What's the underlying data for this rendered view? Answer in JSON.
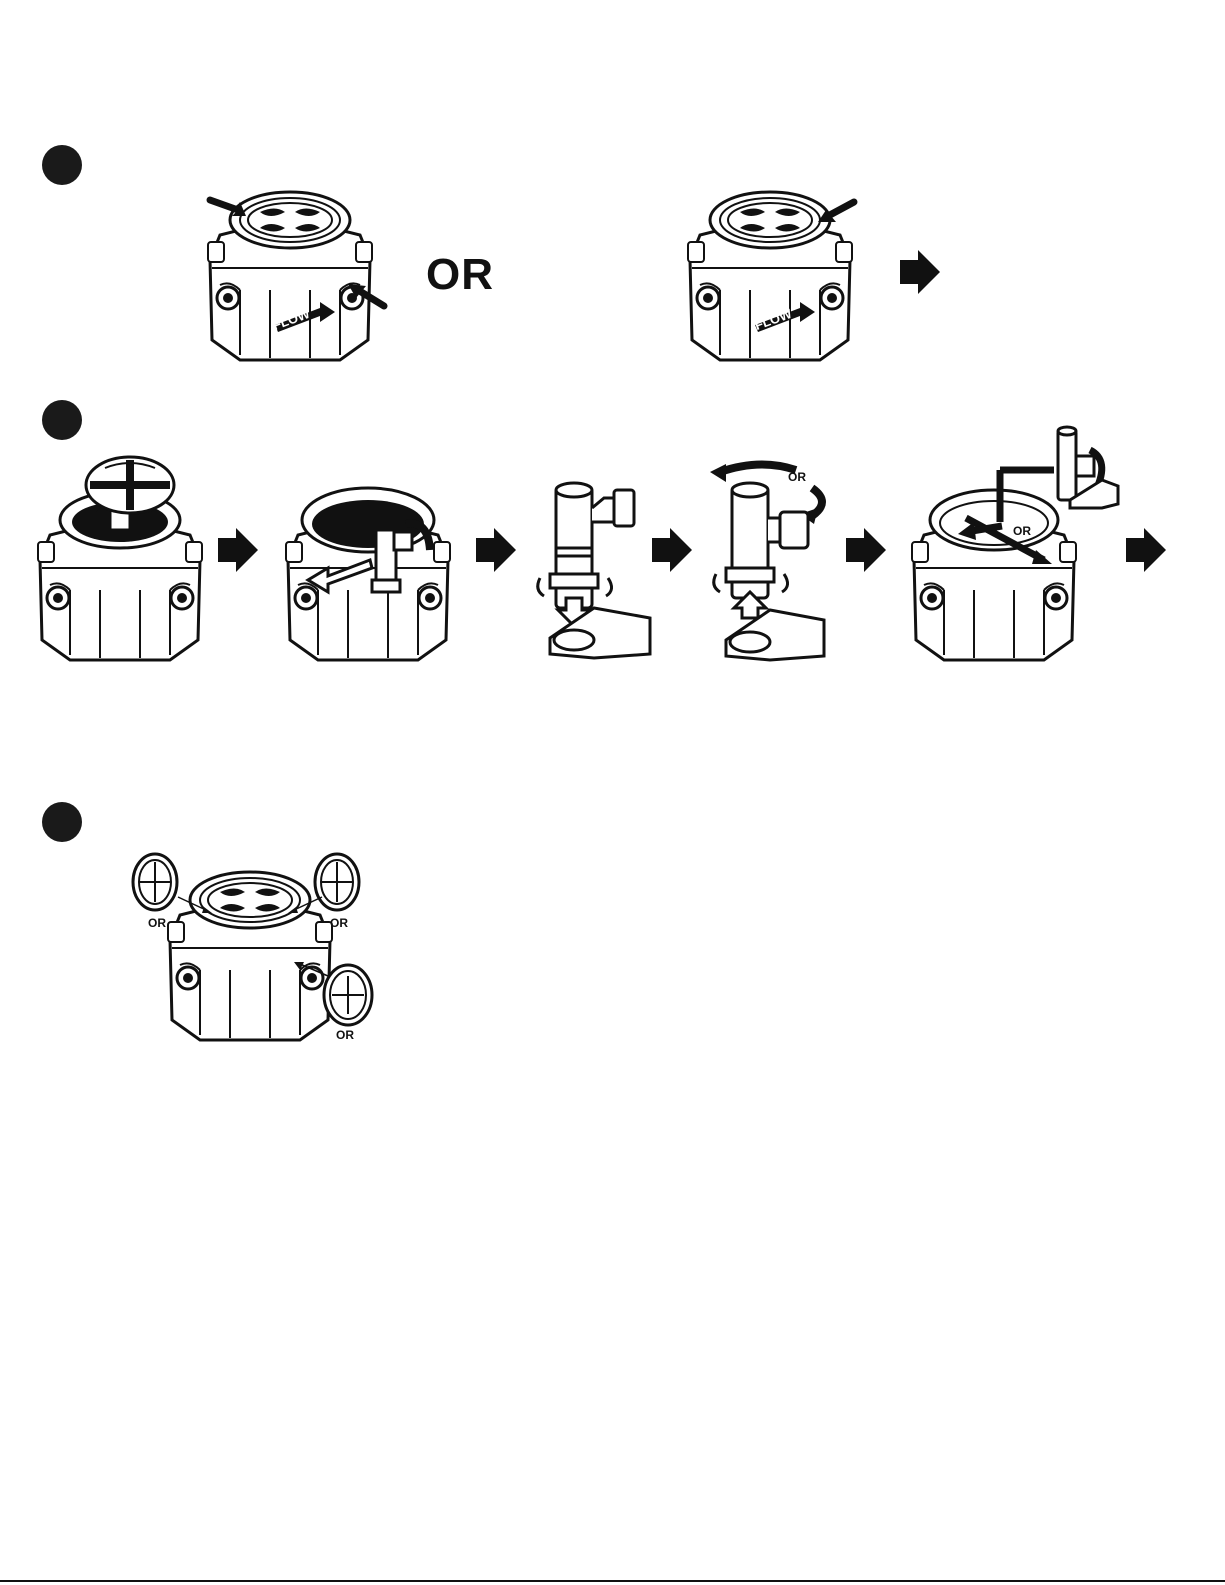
{
  "row1": {
    "or_label": "OR",
    "flow_label_left": "FLOW",
    "flow_label_right": "FLOW"
  },
  "row2": {
    "or_rotate_label": "OR",
    "or_direction_label": "OR"
  },
  "row3": {
    "or_top_left": "OR",
    "or_top_right": "OR",
    "or_side": "OR"
  },
  "colors": {
    "ink": "#111111",
    "paper": "#ffffff",
    "fill_dark": "#1a1a1a"
  }
}
